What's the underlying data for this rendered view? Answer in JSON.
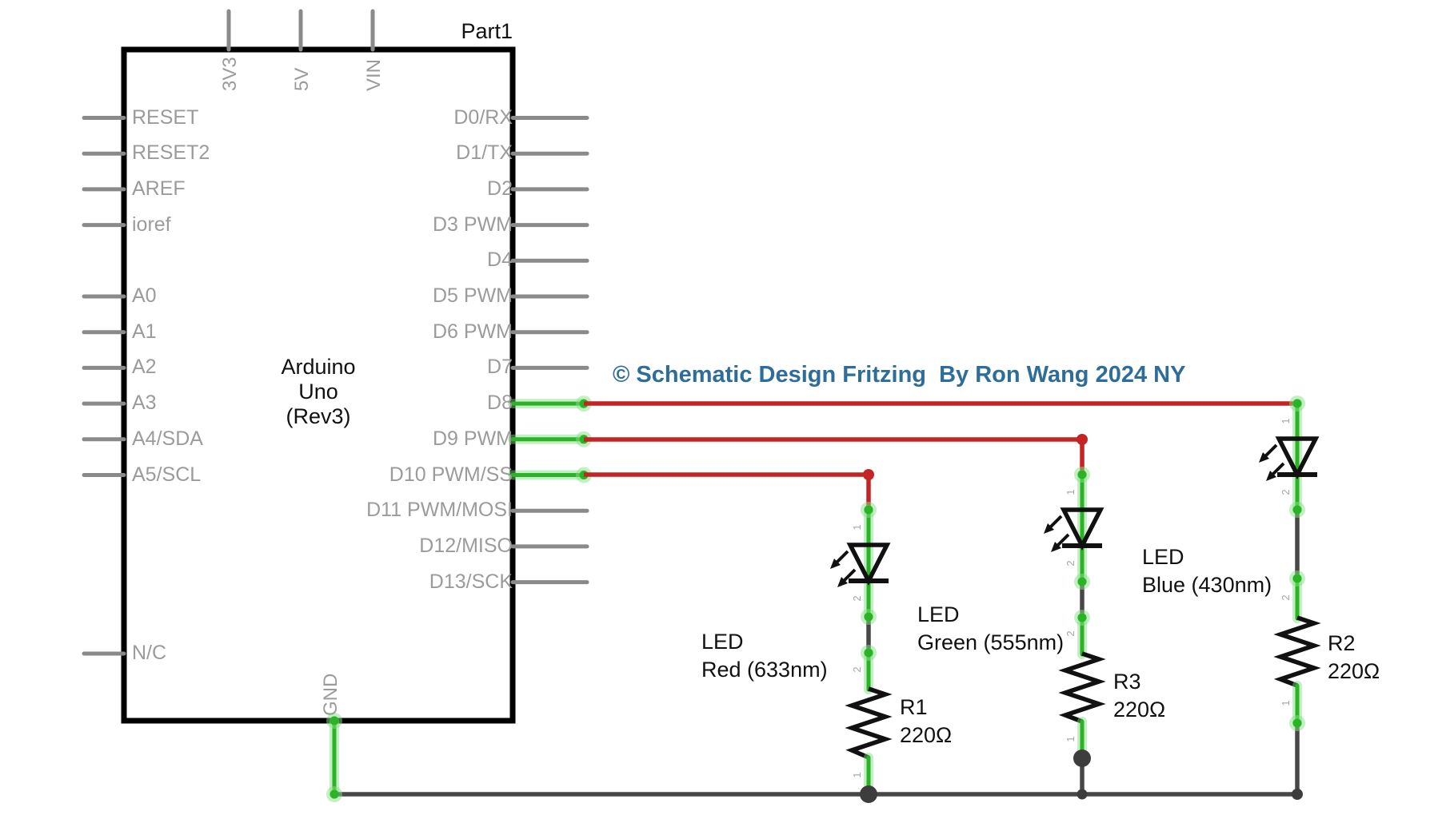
{
  "board": {
    "part_label": "Part1",
    "name_lines": [
      "Arduino",
      "Uno",
      "(Rev3)"
    ]
  },
  "copyright_text": "© Schematic Design Fritzing  By Ron Wang 2024 NY",
  "arduino": {
    "top_pins": [
      "3V3",
      "5V",
      "VIN"
    ],
    "bottom_pins": [
      "GND"
    ],
    "left_pins": [
      {
        "label": "RESET",
        "row": 0
      },
      {
        "label": "RESET2",
        "row": 1
      },
      {
        "label": "AREF",
        "row": 2
      },
      {
        "label": "ioref",
        "row": 3
      },
      {
        "label": "A0",
        "row": 5
      },
      {
        "label": "A1",
        "row": 6
      },
      {
        "label": "A2",
        "row": 7
      },
      {
        "label": "A3",
        "row": 8
      },
      {
        "label": "A4/SDA",
        "row": 9
      },
      {
        "label": "A5/SCL",
        "row": 10
      },
      {
        "label": "N/C",
        "row": 15
      }
    ],
    "right_pins": [
      {
        "label": "D0/RX",
        "row": 0
      },
      {
        "label": "D1/TX",
        "row": 1
      },
      {
        "label": "D2",
        "row": 2
      },
      {
        "label": "D3 PWM",
        "row": 3
      },
      {
        "label": "D4",
        "row": 4
      },
      {
        "label": "D5 PWM",
        "row": 5
      },
      {
        "label": "D6 PWM",
        "row": 6
      },
      {
        "label": "D7",
        "row": 7
      },
      {
        "label": "D8",
        "row": 8,
        "connected": true
      },
      {
        "label": "D9 PWM",
        "row": 9,
        "connected": true
      },
      {
        "label": "D10 PWM/SS",
        "row": 10,
        "connected": true
      },
      {
        "label": "D11 PWM/MOSI",
        "row": 11
      },
      {
        "label": "D12/MISO",
        "row": 12
      },
      {
        "label": "D13/SCK",
        "row": 13
      }
    ]
  },
  "components": {
    "leds": [
      {
        "name": "LED",
        "desc": "Red (633nm)"
      },
      {
        "name": "LED",
        "desc": "Green (555nm)"
      },
      {
        "name": "LED",
        "desc": "Blue (430nm)"
      }
    ],
    "resistors": [
      {
        "ref": "R1",
        "value": "220Ω"
      },
      {
        "ref": "R3",
        "value": "220Ω"
      },
      {
        "ref": "R2",
        "value": "220Ω"
      }
    ]
  },
  "pin_numbers": {
    "n1": "1",
    "n2": "2"
  },
  "connections": [
    {
      "from": "D8",
      "to": "LED Blue (430nm) → R2 220Ω → GND"
    },
    {
      "from": "D9 PWM",
      "to": "LED Green (555nm) → R3 220Ω → GND"
    },
    {
      "from": "D10 PWM/SS",
      "to": "LED Red (633nm) → R1 220Ω → GND"
    }
  ],
  "colors": {
    "wire_red": "#c42524",
    "wire_green": "#29b325",
    "wire_dark": "#474747",
    "pin_stub_gray": "#8a8a8a",
    "pin_label_gray": "#9b9b9b",
    "copyright_blue": "#2e6d99",
    "component_black": "#111111"
  }
}
